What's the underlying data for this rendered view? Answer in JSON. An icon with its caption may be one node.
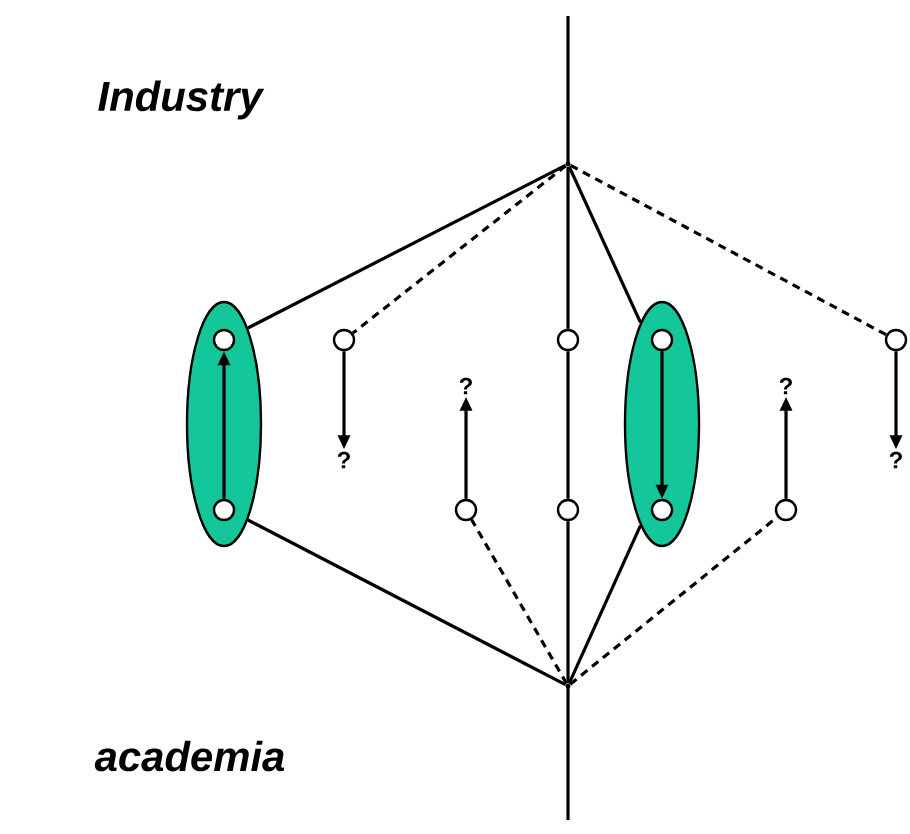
{
  "diagram": {
    "nodes": [
      {
        "text": [],
        "shape": "point"
      },
      {
        "text": [],
        "shape": "ellipse"
      },
      {
        "text": [],
        "shape": "circle",
        "in": 1
      },
      {
        "text": [],
        "shape": "circle",
        "in": 1
      },
      {
        "text": [],
        "shape": "circle"
      },
      {
        "text": [
          "?"
        ]
      },
      {
        "text": [
          "?"
        ]
      },
      {
        "text": [],
        "shape": "circle"
      },
      {
        "text": [],
        "shape": "circle"
      },
      {
        "text": [],
        "shape": "circle"
      },
      {
        "text": [],
        "shape": "ellipse"
      },
      {
        "text": [],
        "shape": "circle",
        "in": 10
      },
      {
        "text": [],
        "shape": "circle",
        "in": 10
      },
      {
        "text": [
          "?"
        ]
      },
      {
        "text": [],
        "shape": "circle"
      },
      {
        "text": [],
        "shape": "circle"
      },
      {
        "text": [
          "?"
        ]
      },
      {
        "text": [],
        "shape": "point"
      }
    ],
    "edges": [
      {
        "from": 0,
        "to": 1,
        "arrow": "none"
      },
      {
        "from": 17,
        "to": 1,
        "arrow": "none"
      },
      {
        "from": 3,
        "to": 2,
        "arrow": "to"
      },
      {
        "from": 0,
        "to": 4,
        "arrow": "none",
        "style": "dashed"
      },
      {
        "from": 4,
        "to": 5,
        "arrow": "to"
      },
      {
        "from": 7,
        "to": 6,
        "arrow": "to"
      },
      {
        "from": 17,
        "to": 7,
        "arrow": "none",
        "style": "dashed"
      },
      {
        "from": 0,
        "to": 8,
        "arrow": "none"
      },
      {
        "from": 8,
        "to": 9,
        "arrow": "none"
      },
      {
        "from": 9,
        "to": 17,
        "arrow": "none"
      },
      {
        "from": 0,
        "to": 10,
        "arrow": "none"
      },
      {
        "from": 17,
        "to": 10,
        "arrow": "none"
      },
      {
        "from": 11,
        "to": 12,
        "arrow": "to"
      },
      {
        "from": 14,
        "to": 13,
        "arrow": "to"
      },
      {
        "from": 17,
        "to": 14,
        "arrow": "none",
        "style": "dashed"
      },
      {
        "from": 0,
        "to": 15,
        "arrow": "none",
        "style": "dashed"
      },
      {
        "from": 15,
        "to": 16,
        "arrow": "to"
      }
    ],
    "labels": [
      "Industry",
      "academia"
    ]
  }
}
